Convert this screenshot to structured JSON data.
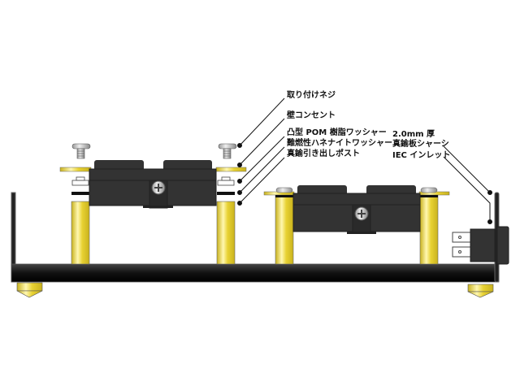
{
  "labels": {
    "mounting_screw": "取り付けネジ",
    "wall_outlet": "壁コンセント",
    "pom_washer": "凸型 POM 樹脂ワッシャー",
    "haneinite_washer": "難燃性ハネナイトワッシャー",
    "brass_post": "真鍮引き出しポスト",
    "thickness": "2.0mm 厚",
    "brass_chassis": "真鍮板シャーシ",
    "iec_inlet": "IEC インレット"
  },
  "colors": {
    "brass": "#e8d234",
    "body": "#333333",
    "chassis": "#1a1a1a"
  }
}
